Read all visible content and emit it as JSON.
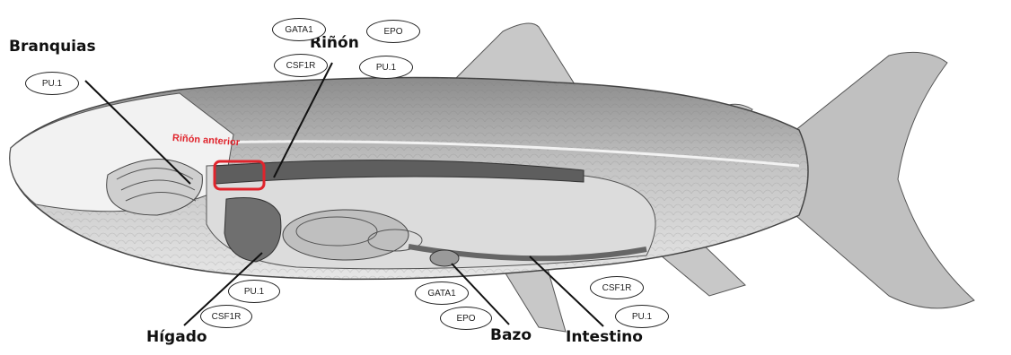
{
  "organs": {
    "branquias": {
      "label": "Branquias",
      "markers": [
        "PU.1"
      ]
    },
    "rinon": {
      "label": "Riñón",
      "markers": [
        "GATA1",
        "EPO",
        "CSF1R",
        "PU.1"
      ]
    },
    "rinon_anterior": {
      "label": "Riñón anterior"
    },
    "higado": {
      "label": "Hígado",
      "markers": [
        "PU.1",
        "CSF1R"
      ]
    },
    "bazo": {
      "label": "Bazo",
      "markers": [
        "GATA1",
        "EPO"
      ]
    },
    "intestino": {
      "label": "Intestino",
      "markers": [
        "CSF1R",
        "PU.1"
      ]
    }
  },
  "colors": {
    "highlight": "#e0242c",
    "fish_body": "#bdbdbd",
    "fish_belly": "#eeeeee",
    "line": "#111111"
  }
}
